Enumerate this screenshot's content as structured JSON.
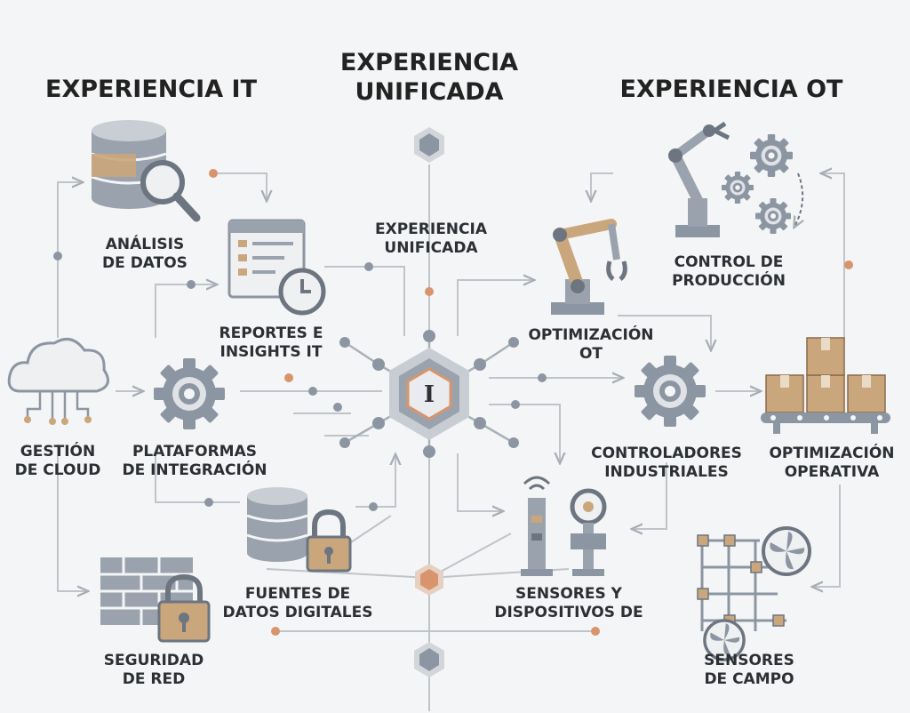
{
  "headers": {
    "it": "EXPERIENCIA IT",
    "unified": "EXPERIENCIA\nUNIFICADA",
    "ot": "EXPERIENCIA OT"
  },
  "nodes": {
    "analisis": "ANÁLISIS\nDE DATOS",
    "reportes": "REPORTES E\nINSIGHTS IT",
    "cloud": "GESTIÓN\nDE CLOUD",
    "plataformas": "PLATAFORMAS\nDE INTEGRACIÓN",
    "fuentes": "FUENTES DE\nDATOS DIGITALES",
    "seguridad": "SEGURIDAD\nDE RED",
    "unificada": "EXPERIENCIA\nUNIFICADA",
    "control": "CONTROL DE\nPRODUCCIÓN",
    "optim_ot": "OPTIMIZACIÓN\nOT",
    "controladores": "CONTROLADORES\nINDUSTRIALES",
    "optim_op": "OPTIMIZACIÓN\nOPERATIVA",
    "sensores_disp": "SENSORES Y\nDISPOSITIVOS DE",
    "sensores_campo": "SENSORES\nDE CAMPO"
  },
  "hub_glyph": "I",
  "colors": {
    "line": "#b9bec4",
    "node": "#8c96a2",
    "accent": "#d8946c",
    "tan": "#caa67c",
    "ink": "#2c2f33"
  }
}
